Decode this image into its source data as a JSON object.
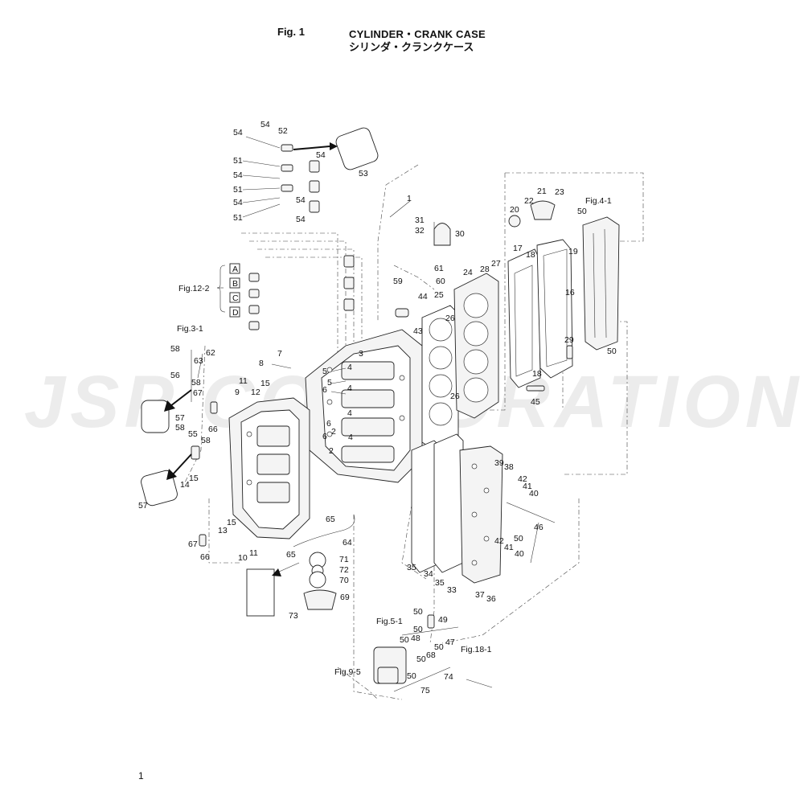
{
  "header": {
    "fig_label": "Fig. 1",
    "title_en": "CYLINDER・CRANK CASE",
    "title_jp": "シリンダ・クランクケース"
  },
  "watermark_text": "JSP CORPORATION",
  "page_number": "1",
  "fig_refs": {
    "fig_12_2": "Fig.12-2",
    "fig_3_1": "Fig.3-1",
    "fig_4_1": "Fig.4-1",
    "fig_5_1": "Fig.5-1",
    "fig_9_5": "Fig.9-5",
    "fig_18_1": "Fig.18-1"
  },
  "box_letters": [
    "A",
    "B",
    "C",
    "D"
  ],
  "callouts": {
    "p1": "1",
    "p2a": "2",
    "p2b": "2",
    "p3": "3",
    "p4a": "4",
    "p4b": "4",
    "p4c": "4",
    "p4d": "4",
    "p5a": "5",
    "p5b": "5",
    "p6a": "6",
    "p6b": "6",
    "p6c": "6",
    "p7": "7",
    "p8": "8",
    "p9": "9",
    "p10": "10",
    "p11a": "11",
    "p11b": "11",
    "p12": "12",
    "p13": "13",
    "p14": "14",
    "p15a": "15",
    "p15b": "15",
    "p15c": "15",
    "p16": "16",
    "p17": "17",
    "p18a": "18",
    "p18b": "18",
    "p19": "19",
    "p20": "20",
    "p21": "21",
    "p22": "22",
    "p23": "23",
    "p24": "24",
    "p25": "25",
    "p26a": "26",
    "p26b": "26",
    "p27": "27",
    "p28": "28",
    "p29": "29",
    "p30": "30",
    "p31": "31",
    "p32": "32",
    "p33": "33",
    "p34": "34",
    "p35a": "35",
    "p35b": "35",
    "p36": "36",
    "p37": "37",
    "p38": "38",
    "p39": "39",
    "p40a": "40",
    "p40b": "40",
    "p41a": "41",
    "p41b": "41",
    "p42a": "42",
    "p42b": "42",
    "p43": "43",
    "p44": "44",
    "p45": "45",
    "p46": "46",
    "p47": "47",
    "p48": "48",
    "p49": "49",
    "p50a": "50",
    "p50b": "50",
    "p50c": "50",
    "p50d": "50",
    "p50e": "50",
    "p50f": "50",
    "p50g": "50",
    "p50h": "50",
    "p50i": "50",
    "p51a": "51",
    "p51b": "51",
    "p51c": "51",
    "p52": "52",
    "p53": "53",
    "p54a": "54",
    "p54b": "54",
    "p54c": "54",
    "p54d": "54",
    "p54e": "54",
    "p54f": "54",
    "p54g": "54",
    "p55": "55",
    "p56": "56",
    "p57a": "57",
    "p57b": "57",
    "p58a": "58",
    "p58b": "58",
    "p58c": "58",
    "p58d": "58",
    "p59": "59",
    "p60": "60",
    "p61": "61",
    "p62": "62",
    "p63": "63",
    "p64": "64",
    "p65a": "65",
    "p65b": "65",
    "p66a": "66",
    "p66b": "66",
    "p67a": "67",
    "p67b": "67",
    "p68": "68",
    "p69": "69",
    "p70": "70",
    "p71": "71",
    "p72": "72",
    "p73": "73",
    "p74": "74",
    "p75": "75"
  }
}
